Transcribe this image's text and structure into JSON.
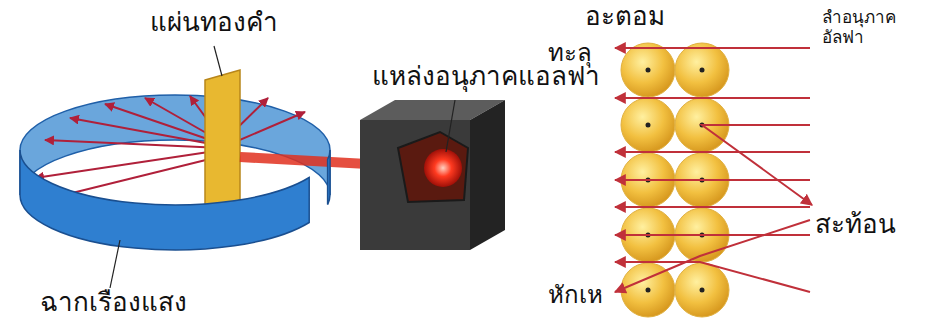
{
  "diagram": {
    "labels": [
      "แผ่นทองคำ",
      "แหล่งอนุภาคแอลฟา",
      "ฉากเรืองแสง",
      "อะตอม",
      "ลำอนุภาค อัลฟา",
      "ทะลุ",
      "สะท้อน",
      "หักเห"
    ]
  }
}
